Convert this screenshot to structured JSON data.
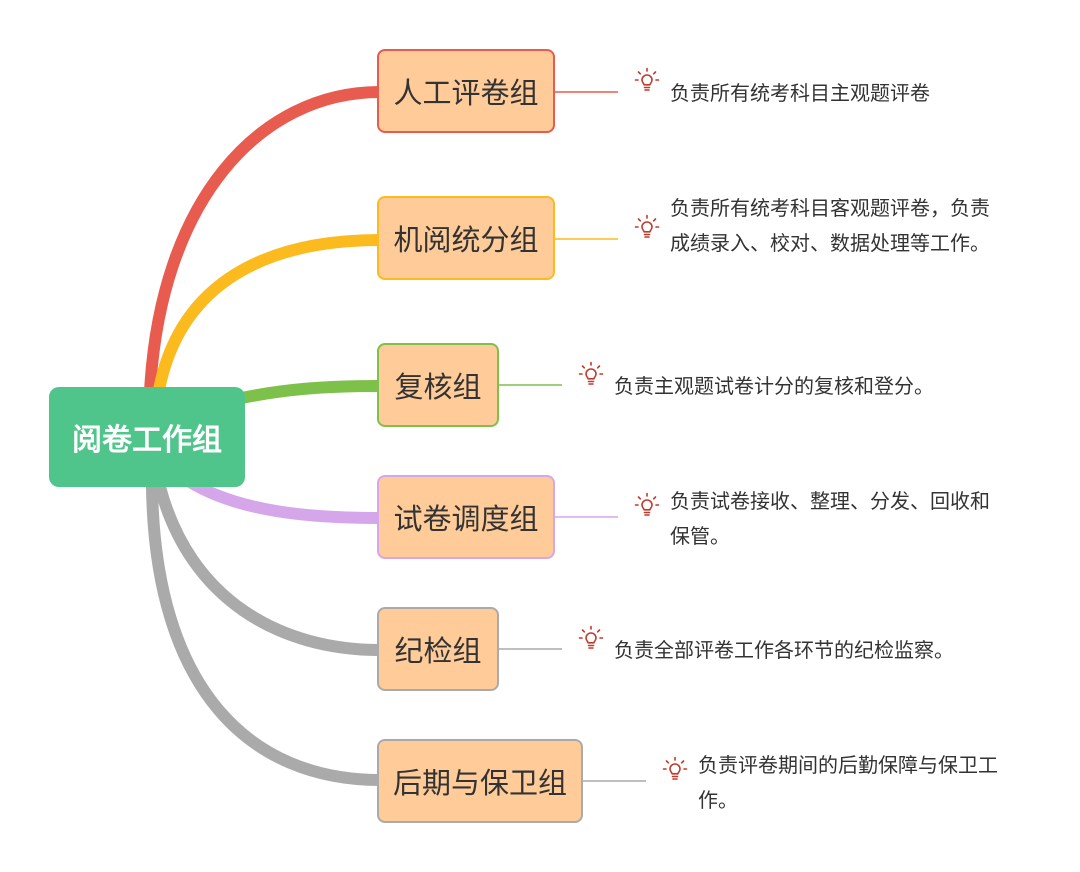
{
  "root": {
    "label": "阅卷工作组",
    "color": "#4fc48b"
  },
  "node_fill": "#ffcc99",
  "icon": "lightbulb-icon",
  "icon_color": "#c0392b",
  "branches": [
    {
      "id": "manual-grading",
      "label": "人工评卷组",
      "color": "#e85b4f",
      "note": "负责所有统考科目主观题评卷"
    },
    {
      "id": "machine-scoring",
      "label": "机阅统分组",
      "color": "#fbbb1f",
      "note": "负责所有统考科目客观题评卷，负责成绩录入、校对、数据处理等工作。"
    },
    {
      "id": "review",
      "label": "复核组",
      "color": "#7ec14a",
      "note": "负责主观题试卷计分的复核和登分。"
    },
    {
      "id": "paper-dispatch",
      "label": "试卷调度组",
      "color": "#d5a6ea",
      "note": "负责试卷接收、整理、分发、回收和保管。"
    },
    {
      "id": "discipline",
      "label": "纪检组",
      "color": "#aaaaaa",
      "note": "负责全部评卷工作各环节的纪检监察。"
    },
    {
      "id": "logistics-security",
      "label": "后期与保卫组",
      "color": "#aaaaaa",
      "note": "负责评卷期间的后勤保障与保卫工作。"
    }
  ]
}
